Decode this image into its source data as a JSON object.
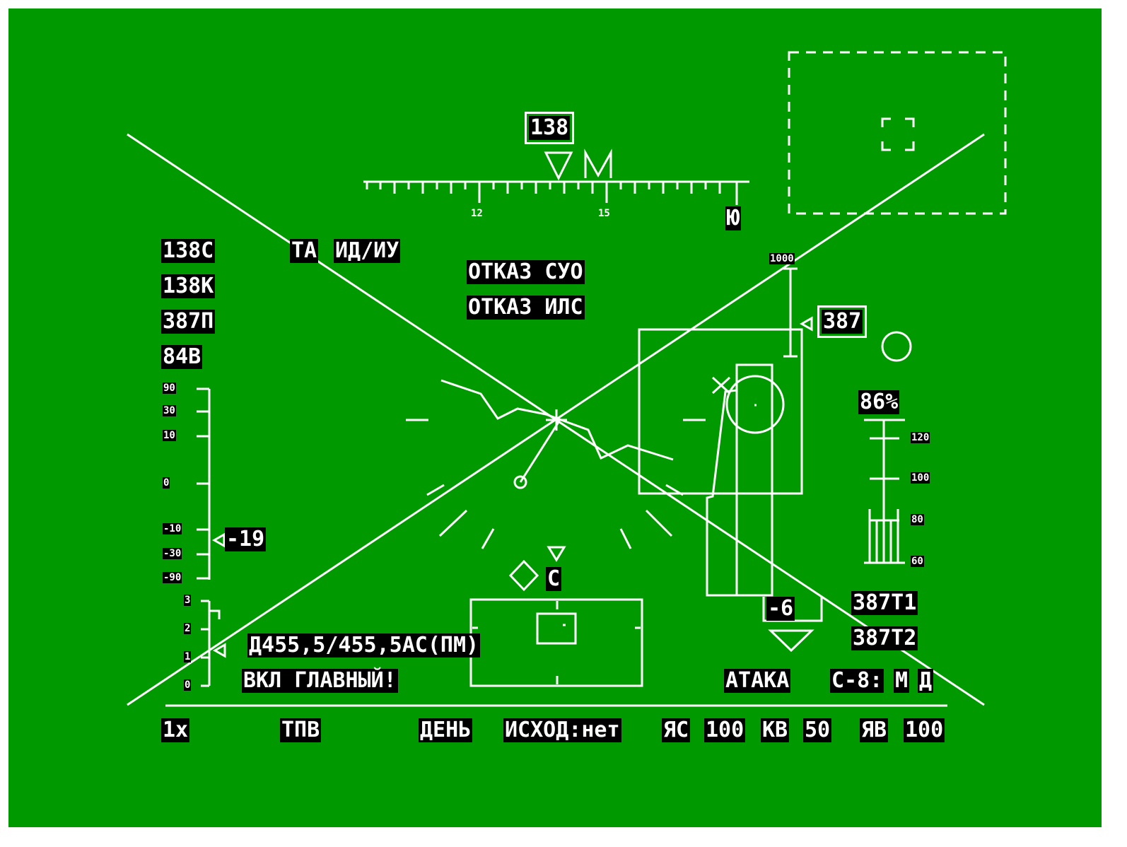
{
  "heading": {
    "value": "138",
    "ticks": [
      "12",
      "15"
    ],
    "cardinal": "Ю"
  },
  "left_block": [
    "138С",
    "138К",
    "387П",
    "84В"
  ],
  "mode_top": {
    "ta": "ТА",
    "id": "ИД/ИУ"
  },
  "warnings": [
    "ОТКАЗ СУО",
    "ОТКАЗ ИЛС"
  ],
  "pitch_scale": {
    "ticks": [
      "90",
      "30",
      "10",
      "0",
      "-10",
      "-30",
      "-90"
    ],
    "value": "-19"
  },
  "g_scale": {
    "ticks": [
      "3",
      "2",
      "1",
      "0"
    ]
  },
  "range": {
    "text": "Д455,5/455,5АС(ПМ)",
    "top_label": "1000",
    "value": "387",
    "bottom_value": "-6"
  },
  "main_switch": "ВКЛ ГЛАВНЫЙ!",
  "target_marker": "С",
  "throttle": {
    "percent": "86%",
    "ticks": [
      "120",
      "100",
      "80",
      "60"
    ]
  },
  "right_block": [
    "387Т1",
    "387Т2"
  ],
  "attack": "АТАКА",
  "weapon": {
    "name": "С-8:",
    "m": "М",
    "d": "Д"
  },
  "status_bar": {
    "zoom": "1x",
    "tpv": "ТПВ",
    "day": "ДЕНЬ",
    "ishod": "ИСХОД:нет",
    "yas": "ЯС",
    "yas_val": "100",
    "kv": "КВ",
    "kv_val": "50",
    "yav": "ЯВ",
    "yav_val": "100"
  },
  "colors": {
    "background": "#009a00",
    "symbology": "#ffffff",
    "label_bg": "#000000"
  }
}
